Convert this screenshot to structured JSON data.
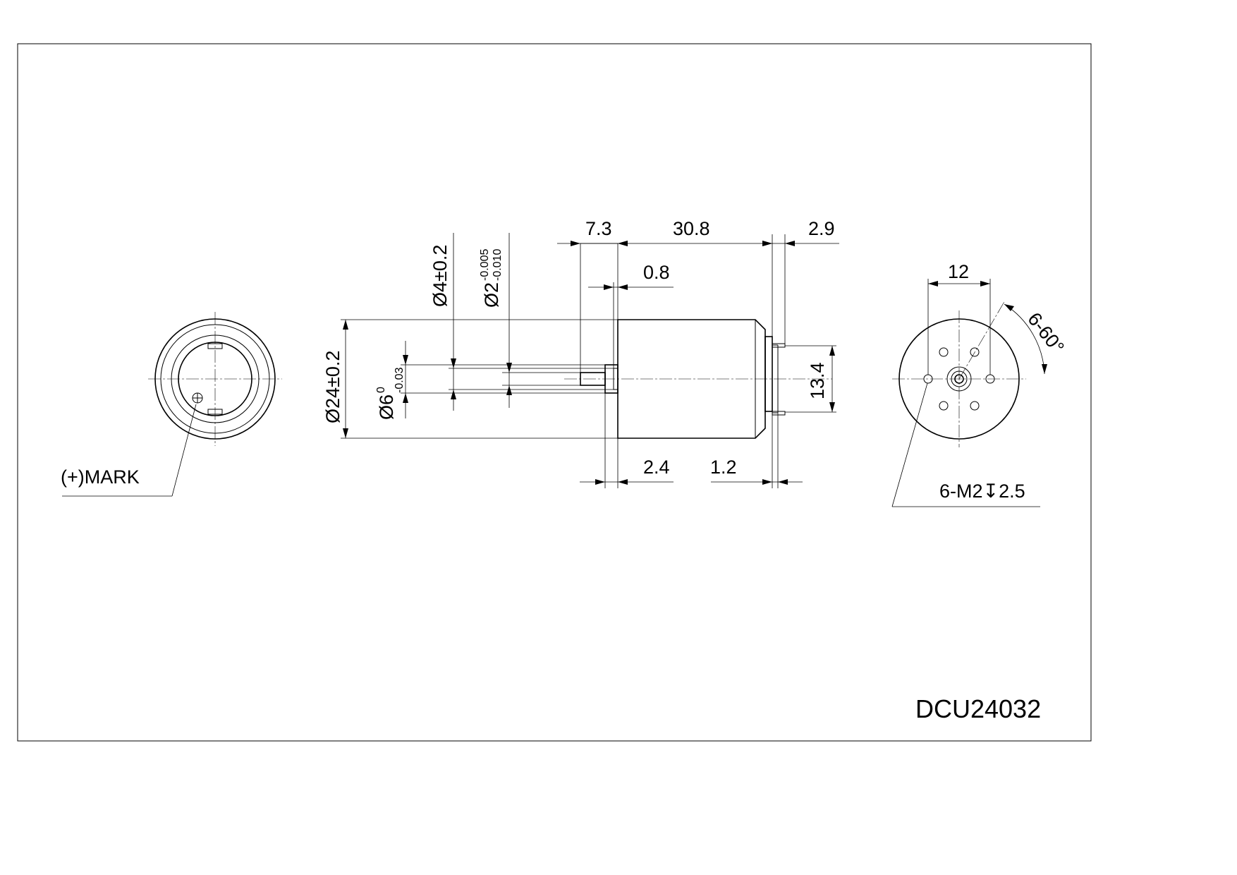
{
  "drawing": {
    "model_code": "DCU24032",
    "front_view": {
      "mark_label": "(+)MARK"
    },
    "side_view": {
      "dim_shaft_protrusion": "7.3",
      "dim_body_length": "30.8",
      "dim_rear_cap": "2.9",
      "dim_flange": "0.8",
      "dim_pilot_length": "2.4",
      "dim_rear_gap": "1.2",
      "dim_body_diameter": "Ø24±0.2",
      "dim_pilot_diameter_base": "Ø6",
      "dim_pilot_diameter_tol_upper": "0",
      "dim_pilot_diameter_tol_lower": "-0.03",
      "dim_boss_diameter": "Ø4±0.2",
      "dim_shaft_diameter_base": "Ø2",
      "dim_shaft_diameter_tol_upper": "-0.005",
      "dim_shaft_diameter_tol_lower": "-0.010",
      "dim_rear_height": "13.4"
    },
    "rear_view": {
      "dim_hole_spacing": "12",
      "dim_hole_angle": "6-60°",
      "hole_callout": "6-M2↧2.5"
    }
  }
}
